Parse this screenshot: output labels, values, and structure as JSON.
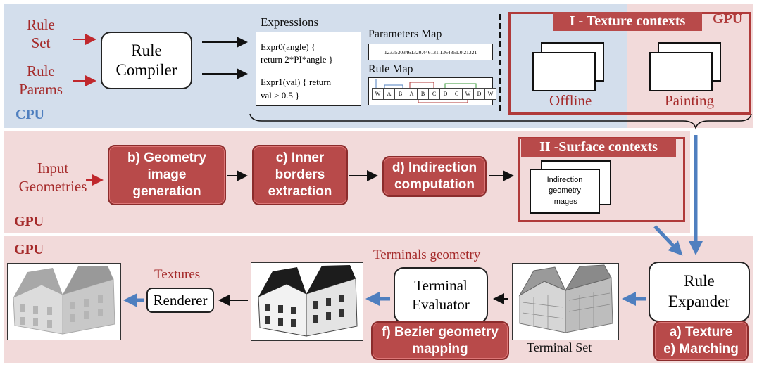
{
  "cpu": {
    "label": "CPU",
    "inputs": [
      "Rule\nSet",
      "Rule\nParams"
    ],
    "compiler": "Rule\nCompiler",
    "expressions_title": "Expressions",
    "expressions": [
      "Expr0(angle) {\nreturn 2*PI*angle }",
      "Expr1(val) { return\nval > 0.5 }"
    ],
    "parameters_title": "Parameters Map",
    "parameters_value": "12335303461320.446131.1364351.0.21321",
    "rulemap_title": "Rule Map",
    "rulemap_cells": [
      "W",
      "A",
      "B",
      "A",
      "B",
      "C",
      "D",
      "C",
      "W",
      "D",
      "W"
    ]
  },
  "texture": {
    "header": "I - Texture contexts",
    "gpu_label": "GPU",
    "offline": "Offline",
    "painting": "Painting"
  },
  "gpu1": {
    "label": "GPU",
    "input": "Input\nGeometries",
    "steps": [
      "b) Geometry\nimage\ngeneration",
      "c) Inner\nborders\nextraction",
      "d) Indirection\ncomputation"
    ],
    "surface_header": "II -Surface contexts",
    "surface_sheet": "Indirection\ngeometry\nimages"
  },
  "gpu2": {
    "label": "GPU",
    "expander": "Rule\nExpander",
    "expander_steps": "a) Texture\ne) Marching",
    "terminal_set": "Terminal Set",
    "terminals_geometry": "Terminals geometry",
    "evaluator": "Terminal\nEvaluator",
    "bezier": "f) Bezier geometry\nmapping",
    "textures": "Textures",
    "renderer": "Renderer"
  },
  "colors": {
    "cpu_panel": "#d3deec",
    "gpu_panel": "#f2dada",
    "step_fill": "#b84a4a",
    "accent_red": "#a52a2a",
    "accent_blue": "#4f7fbf"
  }
}
